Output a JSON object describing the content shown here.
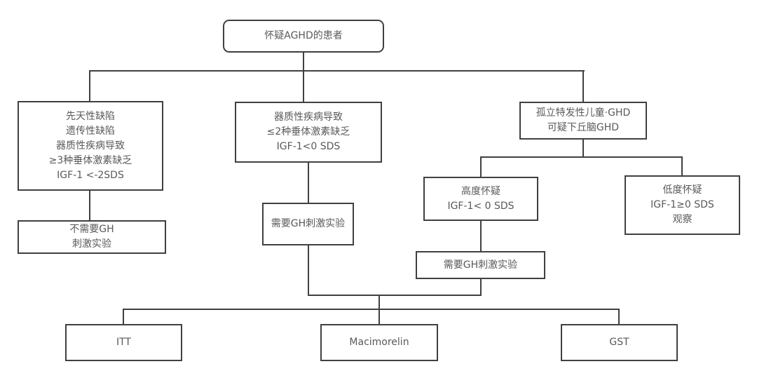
{
  "diagram": {
    "colors": {
      "border": "#404040",
      "text": "#595959",
      "background": "#ffffff"
    },
    "title_box": {
      "label": "怀疑AGHD的患者"
    },
    "left_branch": {
      "criteria": {
        "lines": [
          "先天性缺陷",
          "遗传性缺陷",
          "器质性疾病导致",
          "≥3种垂体激素缺乏",
          "IGF-1 <-2SDS"
        ]
      },
      "outcome": {
        "lines": [
          "不需要GH",
          "刺激实验"
        ]
      }
    },
    "middle_branch": {
      "criteria": {
        "lines": [
          "器质性疾病导致",
          "≤2种垂体激素缺乏",
          "IGF-1<0 SDS"
        ]
      },
      "outcome": {
        "label": "需要GH刺激实验"
      }
    },
    "right_branch": {
      "criteria": {
        "lines": [
          "孤立特发性儿童·GHD",
          "可疑下丘脑GHD"
        ]
      },
      "high_suspicion": {
        "lines": [
          "高度怀疑",
          "IGF-1< 0 SDS"
        ]
      },
      "low_suspicion": {
        "lines": [
          "低度怀疑",
          "IGF-1≥0 SDS",
          "观察"
        ]
      },
      "outcome": {
        "label": "需要GH刺激实验"
      }
    },
    "tests": [
      {
        "label": "ITT"
      },
      {
        "label": "Macimorelin"
      },
      {
        "label": "GST"
      }
    ]
  }
}
